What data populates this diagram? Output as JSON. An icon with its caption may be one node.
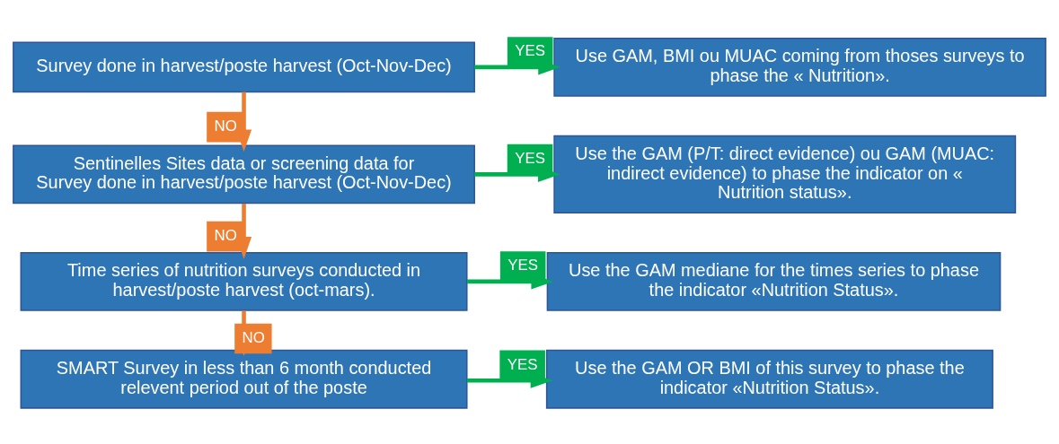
{
  "diagram": {
    "nodes": [
      {
        "text": [
          "Survey done in harvest/poste harvest (Oct-Nov-Dec)"
        ]
      },
      {
        "text": [
          "Sentinelles Sites data or screening data for Survey done in harvest/poste harvest (Oct-Nov-Dec)"
        ]
      },
      {
        "text": [
          "Time series of nutrition surveys conducted in harvest/poste harvest (oct-mars)."
        ]
      },
      {
        "text": [
          "SMART Survey in less than 6 month conducted relevent period out of the poste"
        ]
      },
      {
        "text": [
          "Use GAM, BMI ou MUAC coming from thoses surveys to phase the « Nutrition»."
        ]
      },
      {
        "text": [
          "Use the GAM (P/T: direct evidence) ou GAM (MUAC: indirect evidence) to phase the indicator on « Nutrition status»."
        ]
      },
      {
        "text": [
          "Use the GAM mediane for the times series to phase the indicator «Nutrition Status»."
        ]
      },
      {
        "text": [
          "Use the GAM OR BMI of this survey to phase the indicator «Nutrition Status»."
        ]
      }
    ],
    "edges": [
      {
        "from": 0,
        "to": 4,
        "arrow": "to",
        "label": "YES",
        "color": "#00b050"
      },
      {
        "from": 0,
        "to": 1,
        "arrow": "to",
        "label": "NO",
        "color": "#ed7d31"
      },
      {
        "from": 1,
        "to": 5,
        "arrow": "to",
        "label": "YES",
        "color": "#00b050"
      },
      {
        "from": 1,
        "to": 2,
        "arrow": "to",
        "label": "NO",
        "color": "#ed7d31"
      },
      {
        "from": 2,
        "to": 6,
        "arrow": "to",
        "label": "YES",
        "color": "#00b050"
      },
      {
        "from": 2,
        "to": 3,
        "arrow": "to",
        "label": "NO",
        "color": "#ed7d31"
      },
      {
        "from": 3,
        "to": 7,
        "arrow": "to",
        "label": "YES",
        "color": "#00b050"
      }
    ]
  }
}
